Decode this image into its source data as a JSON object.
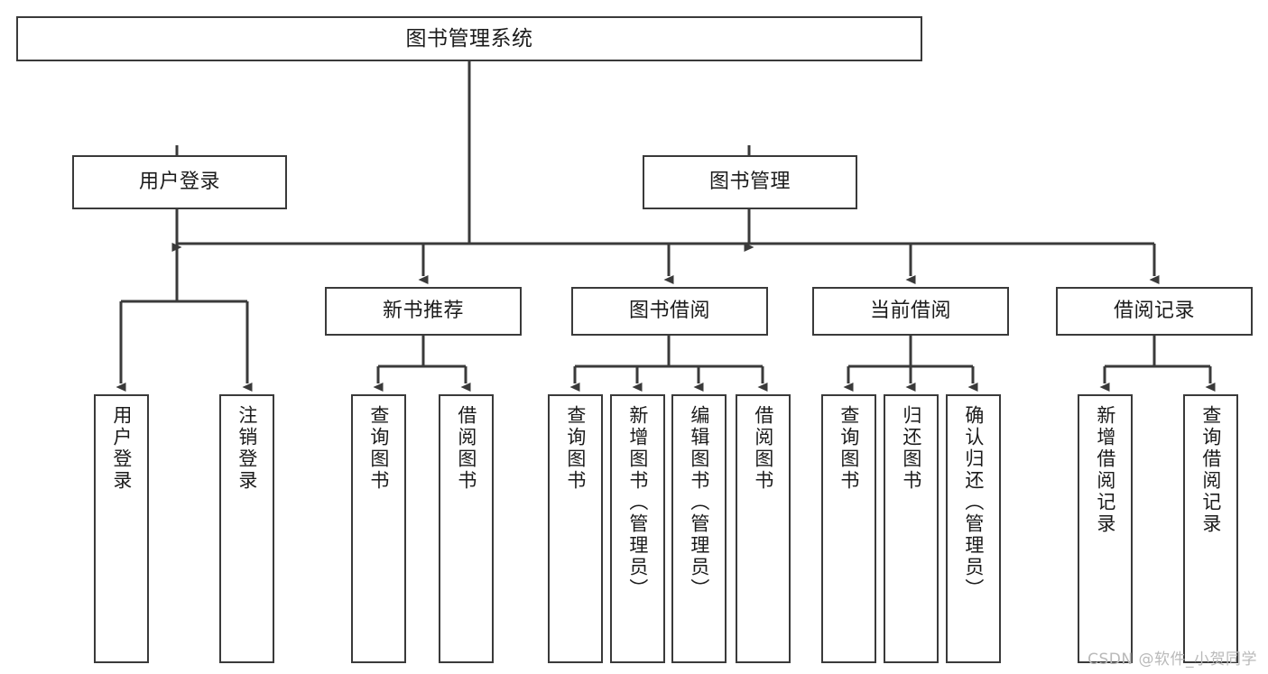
{
  "diagram": {
    "type": "tree-hierarchy-chart",
    "title": "图书管理系统",
    "background_color": "#ffffff",
    "line_color": "#3a3a3a",
    "text_color": "#1b1b1b"
  },
  "nodes": {
    "root": {
      "label": "图书管理系统"
    },
    "level2": [
      {
        "id": "user-login",
        "label": "用户登录"
      },
      {
        "id": "book-manage",
        "label": "图书管理"
      }
    ],
    "level3": [
      {
        "id": "new-book-recommend",
        "label": "新书推荐"
      },
      {
        "id": "book-borrow",
        "label": "图书借阅"
      },
      {
        "id": "current-borrow",
        "label": "当前借阅"
      },
      {
        "id": "borrow-record",
        "label": "借阅记录"
      }
    ],
    "leaves": {
      "user_login": [
        {
          "id": "leaf-user-login",
          "label": "用户登录"
        },
        {
          "id": "leaf-logout-login",
          "label": "注销登录"
        }
      ],
      "new_book_recommend": [
        {
          "id": "leaf-query-book-1",
          "label": "查询图书"
        },
        {
          "id": "leaf-borrow-book-1",
          "label": "借阅图书"
        }
      ],
      "book_borrow": [
        {
          "id": "leaf-query-book-2",
          "label": "查询图书"
        },
        {
          "id": "leaf-add-book",
          "label": "新增图书（管理员）"
        },
        {
          "id": "leaf-edit-book",
          "label": "编辑图书（管理员）"
        },
        {
          "id": "leaf-borrow-book-2",
          "label": "借阅图书"
        }
      ],
      "current_borrow": [
        {
          "id": "leaf-query-book-3",
          "label": "查询图书"
        },
        {
          "id": "leaf-return-book",
          "label": "归还图书"
        },
        {
          "id": "leaf-confirm-return",
          "label": "确认归还（管理员）"
        }
      ],
      "borrow_record": [
        {
          "id": "leaf-add-record",
          "label": "新增借阅记录"
        },
        {
          "id": "leaf-query-record",
          "label": "查询借阅记录"
        }
      ]
    }
  },
  "watermark": {
    "text": "CSDN @软件_小贺同学"
  }
}
